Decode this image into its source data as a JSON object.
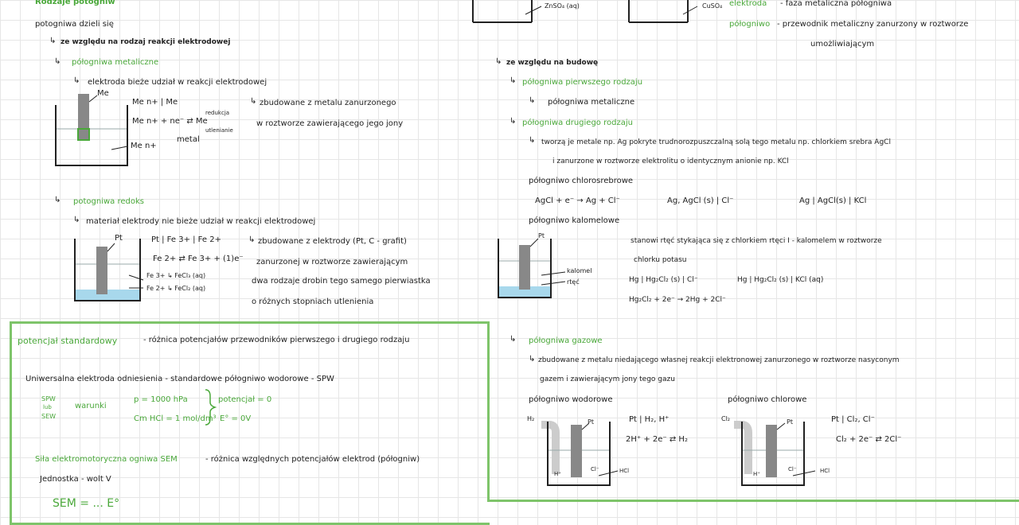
{
  "left": {
    "heading": "Rodzaje potogniw",
    "intro": "potogniwa dzieli się",
    "by_reaction": "ze względu na rodzaj reakcji elektrodowej",
    "metal": {
      "title": "półogniwa metaliczne",
      "note": "elektroda bieże udział w reakcji elektrodowej",
      "eq1": "Me n+ | Me",
      "eq2": "Me n+ + ne⁻ ⇄ Me",
      "arrow_top": "redukcja",
      "arrow_bottom": "utlenianie",
      "metal_label": "metal",
      "diagram_me": "Me",
      "diagram_men": "Me n+",
      "desc1": "zbudowane z metalu zanurzonego",
      "desc2": "w roztworze zawierającego jego jony"
    },
    "redox": {
      "title": "potogniwa redoks",
      "note": "materiał elektrody nie bieże udział w reakcji elektrodowej",
      "eq1": "Pt | Fe 3+ | Fe 2+",
      "eq2": "Fe 2+ ⇄ Fe 3+ + (1)e⁻",
      "pt": "Pt",
      "fe3": "Fe 3+ ↳ FeCl₃ (aq)",
      "fe2": "Fe 2+ ↳ FeCl₂ (aq)",
      "desc1": "zbudowane z elektrody (Pt, C - grafit)",
      "desc2": "zanurzonej w roztworze zawierającym",
      "desc3": "dwa rodzaje drobin tego samego pierwiastka",
      "desc4": "o różnych stopniach utlenienia"
    }
  },
  "top_right": {
    "znso4": "ZnSO₄ (aq)",
    "cuso4": "CuSO₄",
    "def1_key": "elektroda",
    "def1_val": "- faza metaliczna półogniwa",
    "def2_key": "półogniwo",
    "def2_val": "- przewodnik metaliczny zanurzony w roztworze",
    "def2_cont": "umożliwiającym"
  },
  "right": {
    "by_build": "ze względu na budowę",
    "first": "półogniwa pierwszego rodzaju",
    "first_sub": "półogniwa metaliczne",
    "second": "półogniwa drugiego rodzaju",
    "second_desc1": "tworzą je metale np. Ag pokryte trudnorozpuszczalną solą tego metalu np. chlorkiem srebra AgCl",
    "second_desc2": "i zanurzone w roztworze elektrolitu o identycznym anionie np. KCl",
    "chlorosrebrowe": "półogniwo chlorosrebrowe",
    "ag_eq1": "AgCl + e⁻ → Ag + Cl⁻",
    "ag_eq2": "Ag, AgCl (s) | Cl⁻",
    "ag_eq3": "Ag | AgCl(s) | KCl",
    "kalomelowe": "półogniwo kalomelowe",
    "kal_desc1": "stanowi rtęć stykająca się z chlorkiem rtęci I - kalomelem w roztworze",
    "kal_desc2": "chlorku potasu",
    "hg_eq1": "Hg | Hg₂Cl₂ (s) | Cl⁻",
    "hg_eq2": "Hg | Hg₂Cl₂ (s) | KCl (aq)",
    "hg_eq3": "Hg₂Cl₂ + 2e⁻ → 2Hg + 2Cl⁻",
    "pt": "Pt",
    "kalomel": "kalomel",
    "rtec": "rtęć"
  },
  "box_left": {
    "pot_std_key": "potencjał standardowy",
    "pot_std_val": "- różnica potencjałów przewodników pierwszego i drugiego rodzaju",
    "univ": "Uniwersalna elektroda odniesienia - standardowe półogniwo wodorowe - SPW",
    "spw": "SPW",
    "lub": "lub",
    "sew": "SEW",
    "warunki": "warunki",
    "p": "p = 1000 hPa",
    "cm": "Cm HCl = 1 mol/dm³",
    "potencjal": "potencjał = 0",
    "e0": "E° = 0V",
    "sem_key": "Siła elektromotoryczna ogniwa SEM",
    "sem_val": "- różnica względnych potencjałów elektrod (półogniw)",
    "unit": "Jednostka - wolt V",
    "sem_formula": "SEM = ...  E°"
  },
  "box_right": {
    "gas_title": "półogniwa gazowe",
    "gas_desc1": "zbudowane z metalu niedającego własnej reakcji elektronowej zanurzonego w roztworze nasyconym",
    "gas_desc2": "gazem i zawierającym jony tego gazu",
    "h_title": "półogniwo wodorowe",
    "cl_title": "półogniwo chlorowe",
    "h_eq1": "Pt | H₂, H⁺",
    "h_eq2": "2H⁺ + 2e⁻ ⇄ H₂",
    "cl_eq1": "Pt | Cl₂, Cl⁻",
    "cl_eq2": "Cl₂ + 2e⁻ ⇄ 2Cl⁻",
    "h2": "H₂",
    "cl2": "Cl₂",
    "pt": "Pt",
    "hplus": "H⁺",
    "clminus": "Cl⁻",
    "hcl": "HCl"
  }
}
